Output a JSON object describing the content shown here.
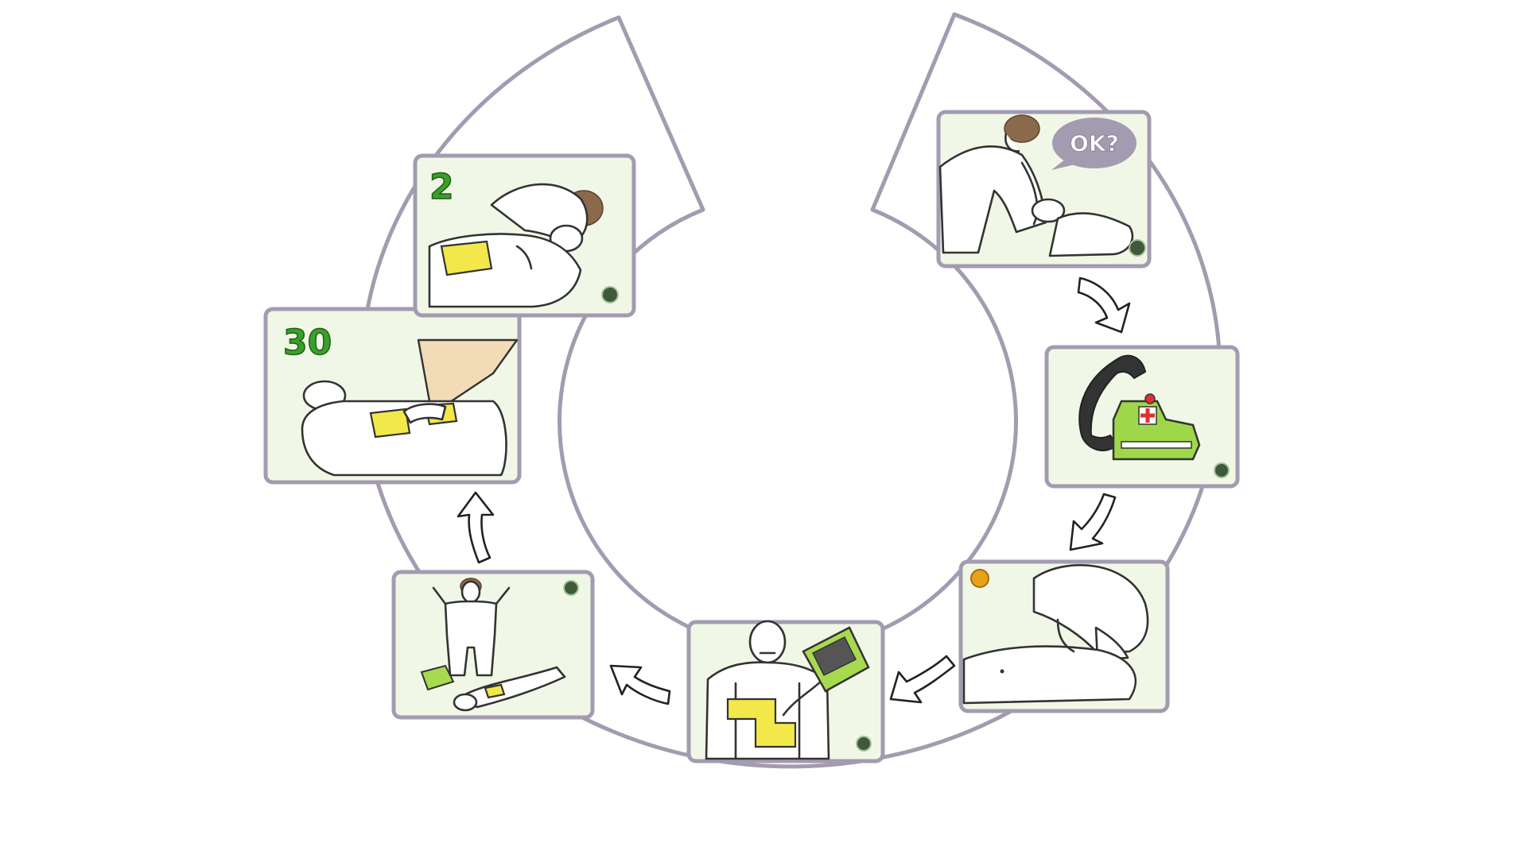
{
  "diagram": {
    "steps": [
      {
        "id": "check-responsiveness",
        "bubble_text": "OK?"
      },
      {
        "id": "call-emergency"
      },
      {
        "id": "recovery-position"
      },
      {
        "id": "attach-aed"
      },
      {
        "id": "stand-clear"
      },
      {
        "id": "chest-compressions",
        "count_label": "30"
      },
      {
        "id": "rescue-breaths",
        "count_label": "2"
      }
    ]
  },
  "colors": {
    "ring_stroke": "#a39bb0",
    "card_bg": "#f1f7e6",
    "pad_yellow": "#f2e84a",
    "number_green": "#3aa02a"
  }
}
